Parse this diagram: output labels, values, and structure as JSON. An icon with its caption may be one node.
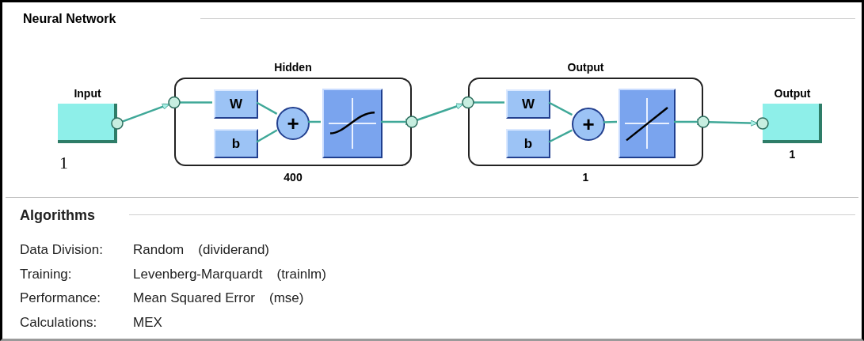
{
  "diagram": {
    "nodes": [
      {
        "text": [
          "Input"
        ],
        "beside": [
          "1"
        ]
      },
      {
        "text": [
          "Hidden"
        ],
        "beside": [
          "400"
        ]
      },
      {
        "text": [
          "W"
        ],
        "in": 1
      },
      {
        "text": [
          "b"
        ],
        "in": 1
      },
      {
        "text": [
          "+"
        ],
        "in": 1
      },
      {
        "text": [],
        "shape": "box",
        "in": 1
      },
      {
        "text": [
          "Output"
        ],
        "beside": [
          "1"
        ]
      },
      {
        "text": [
          "W"
        ],
        "in": 6
      },
      {
        "text": [
          "b"
        ],
        "in": 6
      },
      {
        "text": [
          "+"
        ],
        "in": 6
      },
      {
        "text": [],
        "shape": "box",
        "in": 6
      },
      {
        "text": [
          "Output"
        ],
        "beside": [
          "1"
        ]
      }
    ],
    "edges": [
      {
        "from": 0,
        "to": 1,
        "arrow": "to"
      },
      {
        "from": 1,
        "to": 2,
        "arrow": "none"
      },
      {
        "from": 2,
        "to": 4,
        "arrow": "none"
      },
      {
        "from": 3,
        "to": 4,
        "arrow": "none"
      },
      {
        "from": 4,
        "to": 5,
        "arrow": "none"
      },
      {
        "from": 5,
        "to": 1,
        "arrow": "to"
      },
      {
        "from": 1,
        "to": 6,
        "arrow": "to"
      },
      {
        "from": 6,
        "to": 7,
        "arrow": "none"
      },
      {
        "from": 7,
        "to": 9,
        "arrow": "none"
      },
      {
        "from": 8,
        "to": 9,
        "arrow": "none"
      },
      {
        "from": 9,
        "to": 10,
        "arrow": "none"
      },
      {
        "from": 10,
        "to": 6,
        "arrow": "to"
      },
      {
        "from": 6,
        "to": 11,
        "arrow": "to"
      }
    ],
    "labels": [
      "Neural Network",
      "Algorithms",
      "Data Division:",
      "Random",
      "(dividerand)",
      "Training:",
      "Levenberg-Marquardt",
      "(trainlm)",
      "Performance:",
      "Mean Squared Error",
      "(mse)",
      "Calculations:",
      "MEX"
    ]
  }
}
